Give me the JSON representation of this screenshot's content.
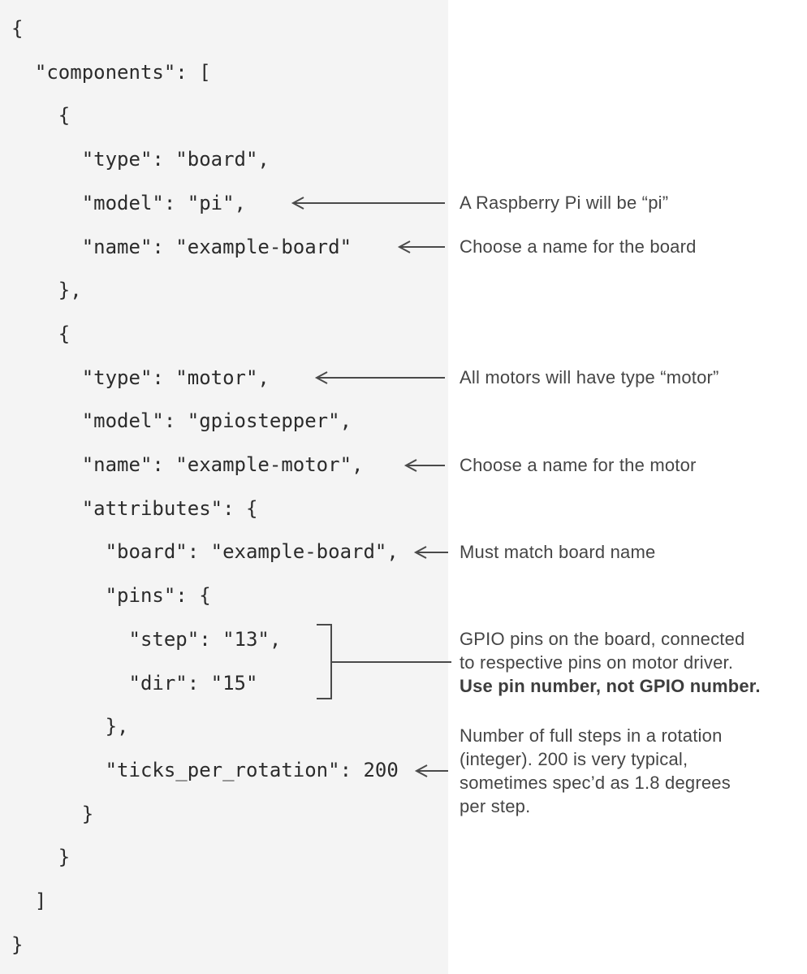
{
  "code_panel": {
    "background": "#f4f4f4",
    "text_color": "#2b2b2b",
    "lines": [
      "{",
      "  \"components\": [",
      "    {",
      "      \"type\": \"board\",",
      "      \"model\": \"pi\",",
      "      \"name\": \"example-board\"",
      "    },",
      "    {",
      "      \"type\": \"motor\",",
      "      \"model\": \"gpiostepper\",",
      "      \"name\": \"example-motor\",",
      "      \"attributes\": {",
      "        \"board\": \"example-board\",",
      "        \"pins\": {",
      "          \"step\": \"13\",",
      "          \"dir\": \"15\"",
      "        },",
      "        \"ticks_per_rotation\": 200",
      "      }",
      "    }",
      "  ]",
      "}"
    ]
  },
  "annotations": {
    "color": "#454545",
    "arrow_color": "#4a4a4a",
    "items": [
      {
        "id": "model-pi",
        "text": "A Raspberry Pi will be “pi”"
      },
      {
        "id": "board-name",
        "text": "Choose a name for the board"
      },
      {
        "id": "motor-type",
        "text": "All motors will have type “motor”"
      },
      {
        "id": "motor-name",
        "text": "Choose a name for the motor"
      },
      {
        "id": "board-match",
        "text": "Must match board name"
      },
      {
        "id": "pins",
        "lines": [
          "GPIO pins on the board, connected",
          "to respective pins on motor driver."
        ],
        "bold_line": "Use pin number, not GPIO number."
      },
      {
        "id": "ticks-per-rotation",
        "lines": [
          "Number of full steps in a rotation",
          "(integer). 200 is very typical,",
          "sometimes spec’d as 1.8 degrees",
          "per step."
        ]
      }
    ]
  }
}
